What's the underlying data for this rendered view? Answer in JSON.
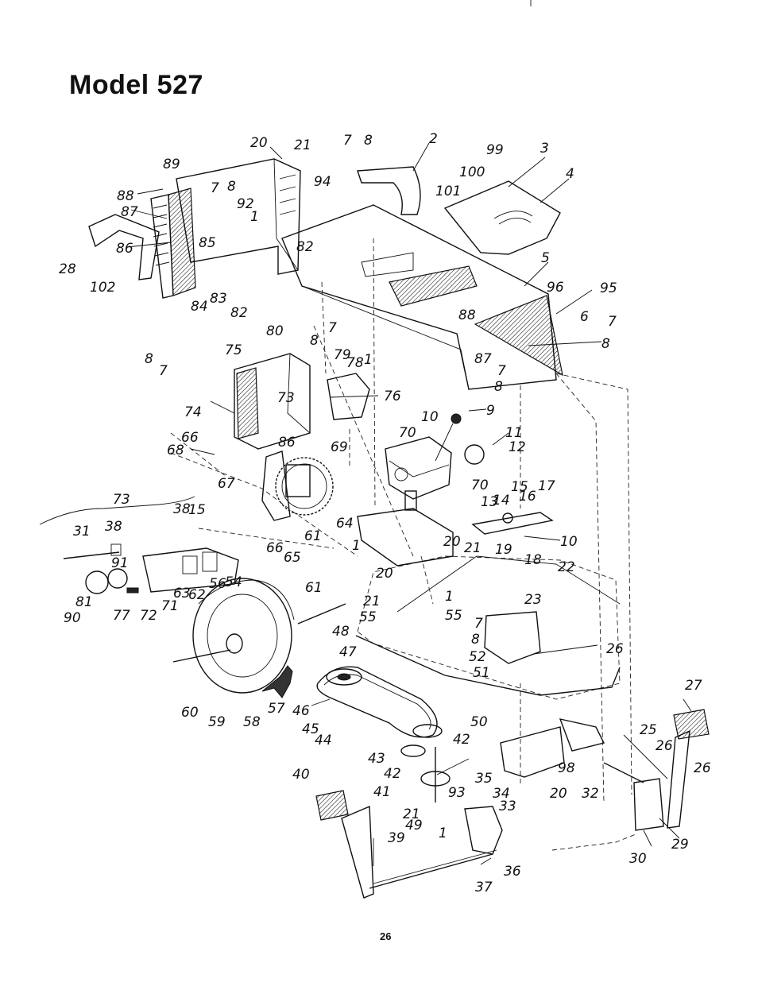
{
  "title": "Model 527",
  "page_number": "26",
  "callouts": [
    {
      "label": "20"
    },
    {
      "label": "21"
    },
    {
      "label": "89"
    },
    {
      "label": "94"
    },
    {
      "label": "88"
    },
    {
      "label": "87"
    },
    {
      "label": "7"
    },
    {
      "label": "8"
    },
    {
      "label": "92"
    },
    {
      "label": "1"
    },
    {
      "label": "28"
    },
    {
      "label": "86"
    },
    {
      "label": "85"
    },
    {
      "label": "102"
    },
    {
      "label": "84"
    },
    {
      "label": "83"
    },
    {
      "label": "82"
    },
    {
      "label": "82"
    },
    {
      "label": "80"
    },
    {
      "label": "8"
    },
    {
      "label": "7"
    },
    {
      "label": "7"
    },
    {
      "label": "8"
    },
    {
      "label": "2"
    },
    {
      "label": "99"
    },
    {
      "label": "3"
    },
    {
      "label": "100"
    },
    {
      "label": "4"
    },
    {
      "label": "101"
    },
    {
      "label": "5"
    },
    {
      "label": "96"
    },
    {
      "label": "95"
    },
    {
      "label": "88"
    },
    {
      "label": "6"
    },
    {
      "label": "7"
    },
    {
      "label": "8"
    },
    {
      "label": "87"
    },
    {
      "label": "7"
    },
    {
      "label": "8"
    },
    {
      "label": "75"
    },
    {
      "label": "8"
    },
    {
      "label": "7"
    },
    {
      "label": "79"
    },
    {
      "label": "78"
    },
    {
      "label": "1"
    },
    {
      "label": "73"
    },
    {
      "label": "76"
    },
    {
      "label": "74"
    },
    {
      "label": "10"
    },
    {
      "label": "9"
    },
    {
      "label": "66"
    },
    {
      "label": "86"
    },
    {
      "label": "69"
    },
    {
      "label": "70"
    },
    {
      "label": "11"
    },
    {
      "label": "68"
    },
    {
      "label": "12"
    },
    {
      "label": "67"
    },
    {
      "label": "70"
    },
    {
      "label": "15"
    },
    {
      "label": "17"
    },
    {
      "label": "13"
    },
    {
      "label": "14"
    },
    {
      "label": "16"
    },
    {
      "label": "73"
    },
    {
      "label": "64"
    },
    {
      "label": "38"
    },
    {
      "label": "15"
    },
    {
      "label": "61"
    },
    {
      "label": "31"
    },
    {
      "label": "38"
    },
    {
      "label": "20"
    },
    {
      "label": "21"
    },
    {
      "label": "19"
    },
    {
      "label": "18"
    },
    {
      "label": "10"
    },
    {
      "label": "1"
    },
    {
      "label": "66"
    },
    {
      "label": "65"
    },
    {
      "label": "22"
    },
    {
      "label": "91"
    },
    {
      "label": "56"
    },
    {
      "label": "54"
    },
    {
      "label": "20"
    },
    {
      "label": "63"
    },
    {
      "label": "62"
    },
    {
      "label": "61"
    },
    {
      "label": "23"
    },
    {
      "label": "81"
    },
    {
      "label": "71"
    },
    {
      "label": "21"
    },
    {
      "label": "1"
    },
    {
      "label": "90"
    },
    {
      "label": "77"
    },
    {
      "label": "72"
    },
    {
      "label": "55"
    },
    {
      "label": "55"
    },
    {
      "label": "7"
    },
    {
      "label": "8"
    },
    {
      "label": "48"
    },
    {
      "label": "26"
    },
    {
      "label": "52"
    },
    {
      "label": "47"
    },
    {
      "label": "51"
    },
    {
      "label": "27"
    },
    {
      "label": "60"
    },
    {
      "label": "59"
    },
    {
      "label": "58"
    },
    {
      "label": "57"
    },
    {
      "label": "46"
    },
    {
      "label": "50"
    },
    {
      "label": "25"
    },
    {
      "label": "45"
    },
    {
      "label": "44"
    },
    {
      "label": "42"
    },
    {
      "label": "26"
    },
    {
      "label": "43"
    },
    {
      "label": "26"
    },
    {
      "label": "42"
    },
    {
      "label": "98"
    },
    {
      "label": "40"
    },
    {
      "label": "35"
    },
    {
      "label": "41"
    },
    {
      "label": "93"
    },
    {
      "label": "34"
    },
    {
      "label": "20"
    },
    {
      "label": "32"
    },
    {
      "label": "33"
    },
    {
      "label": "21"
    },
    {
      "label": "49"
    },
    {
      "label": "1"
    },
    {
      "label": "39"
    },
    {
      "label": "29"
    },
    {
      "label": "30"
    },
    {
      "label": "36"
    },
    {
      "label": "37"
    }
  ]
}
